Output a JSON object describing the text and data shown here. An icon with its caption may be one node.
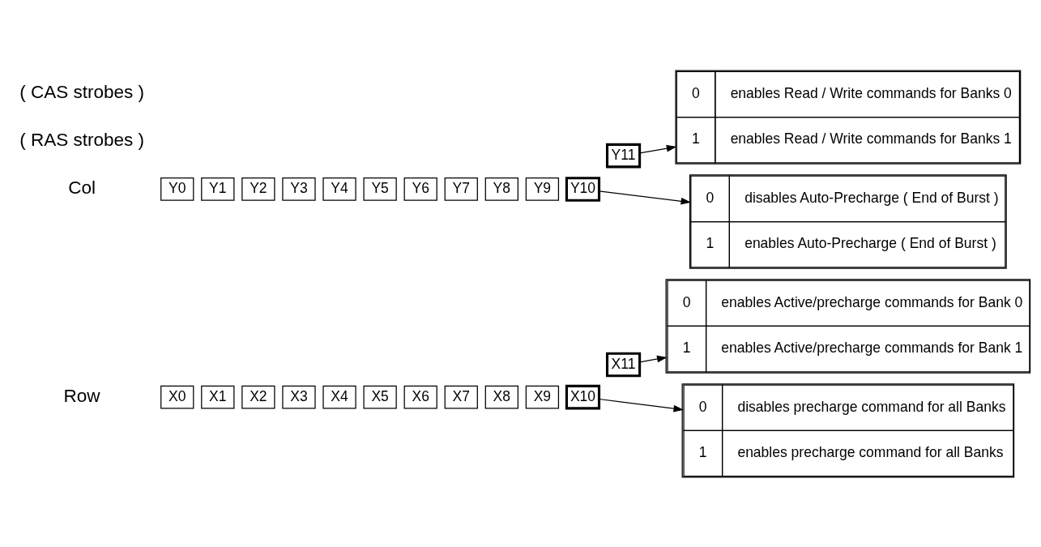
{
  "diagram": {
    "nodes": [
      {
        "text": [
          "X0"
        ]
      },
      {
        "text": [
          "X1"
        ]
      },
      {
        "text": [
          "X2"
        ]
      },
      {
        "text": [
          "X3"
        ]
      },
      {
        "text": [
          "X4"
        ]
      },
      {
        "text": [
          "X5"
        ]
      },
      {
        "text": [
          "X6"
        ]
      },
      {
        "text": [
          "X7"
        ]
      },
      {
        "text": [
          "X8"
        ]
      },
      {
        "text": [
          "X9"
        ]
      },
      {
        "text": [
          "X10"
        ]
      },
      {
        "text": [
          "X11"
        ]
      },
      {
        "text": [
          "Y0"
        ]
      },
      {
        "text": [
          "Y1"
        ]
      },
      {
        "text": [
          "Y2"
        ]
      },
      {
        "text": [
          "Y3"
        ]
      },
      {
        "text": [
          "Y4"
        ]
      },
      {
        "text": [
          "Y5"
        ]
      },
      {
        "text": [
          "Y6"
        ]
      },
      {
        "text": [
          "Y7"
        ]
      },
      {
        "text": [
          "Y8"
        ]
      },
      {
        "text": [
          "Y9"
        ]
      },
      {
        "text": [
          "Y10"
        ]
      },
      {
        "text": [
          "Y11"
        ]
      },
      {
        "text": [
          "0",
          "disables precharge command for all Banks",
          "1",
          "enables precharge command for all Banks"
        ]
      },
      {
        "text": [
          "0",
          "enables Active/precharge commands for Bank 0",
          "1",
          "enables Active/precharge commands for Bank 1"
        ]
      },
      {
        "text": [
          "0",
          "enables Read / Write commands for Banks 0",
          "1",
          "enables Read / Write commands for Banks 1"
        ]
      },
      {
        "text": [
          "0",
          "disables Auto-Precharge ( End of Burst )",
          "1",
          "enables Auto-Precharge ( End of Burst )"
        ]
      }
    ],
    "edges": [
      {
        "from": 10,
        "to": 24,
        "arrow": "to"
      },
      {
        "from": 11,
        "to": 25,
        "arrow": "to"
      },
      {
        "from": 23,
        "to": 26,
        "arrow": "to"
      },
      {
        "from": 22,
        "to": 27,
        "arrow": "to"
      }
    ],
    "labels": [
      "Row",
      "( RAS strobes )",
      "Col",
      "( CAS strobes )"
    ]
  }
}
